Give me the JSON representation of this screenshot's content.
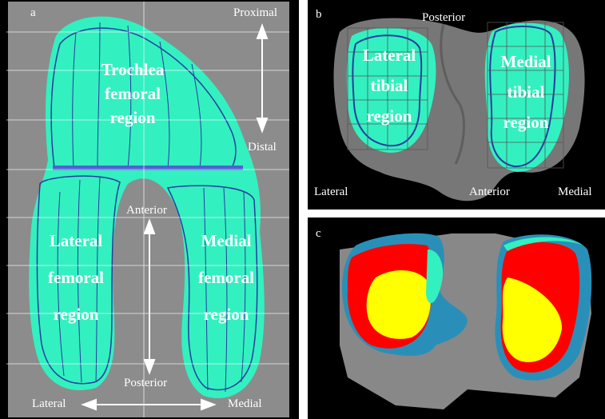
{
  "panel_a": {
    "letter": "a",
    "directions": {
      "proximal": "Proximal",
      "distal": "Distal",
      "anterior": "Anterior",
      "posterior": "Posterior",
      "lateral": "Lateral",
      "medial": "Medial"
    },
    "regions": {
      "trochlea": [
        "Trochlea",
        "femoral",
        "region"
      ],
      "lateral": [
        "Lateral",
        "femoral",
        "region"
      ],
      "medial": [
        "Medial",
        "femoral",
        "region"
      ]
    }
  },
  "panel_b": {
    "letter": "b",
    "directions": {
      "posterior": "Posterior",
      "lateral": "Lateral",
      "anterior": "Anterior",
      "medial": "Medial"
    },
    "regions": {
      "lateral": [
        "Lateral",
        "tibial",
        "region"
      ],
      "medial": [
        "Medial",
        "tibial",
        "region"
      ]
    }
  },
  "panel_c": {
    "letter": "c"
  },
  "colors": {
    "cartilage": "#33f0c0",
    "outline": "#2a3aa0",
    "background_gray": "#8c8c8c",
    "bone": "#7a7a7a",
    "red": "#ff0000",
    "yellow": "#ffff00",
    "blue": "#2a8fb8"
  }
}
